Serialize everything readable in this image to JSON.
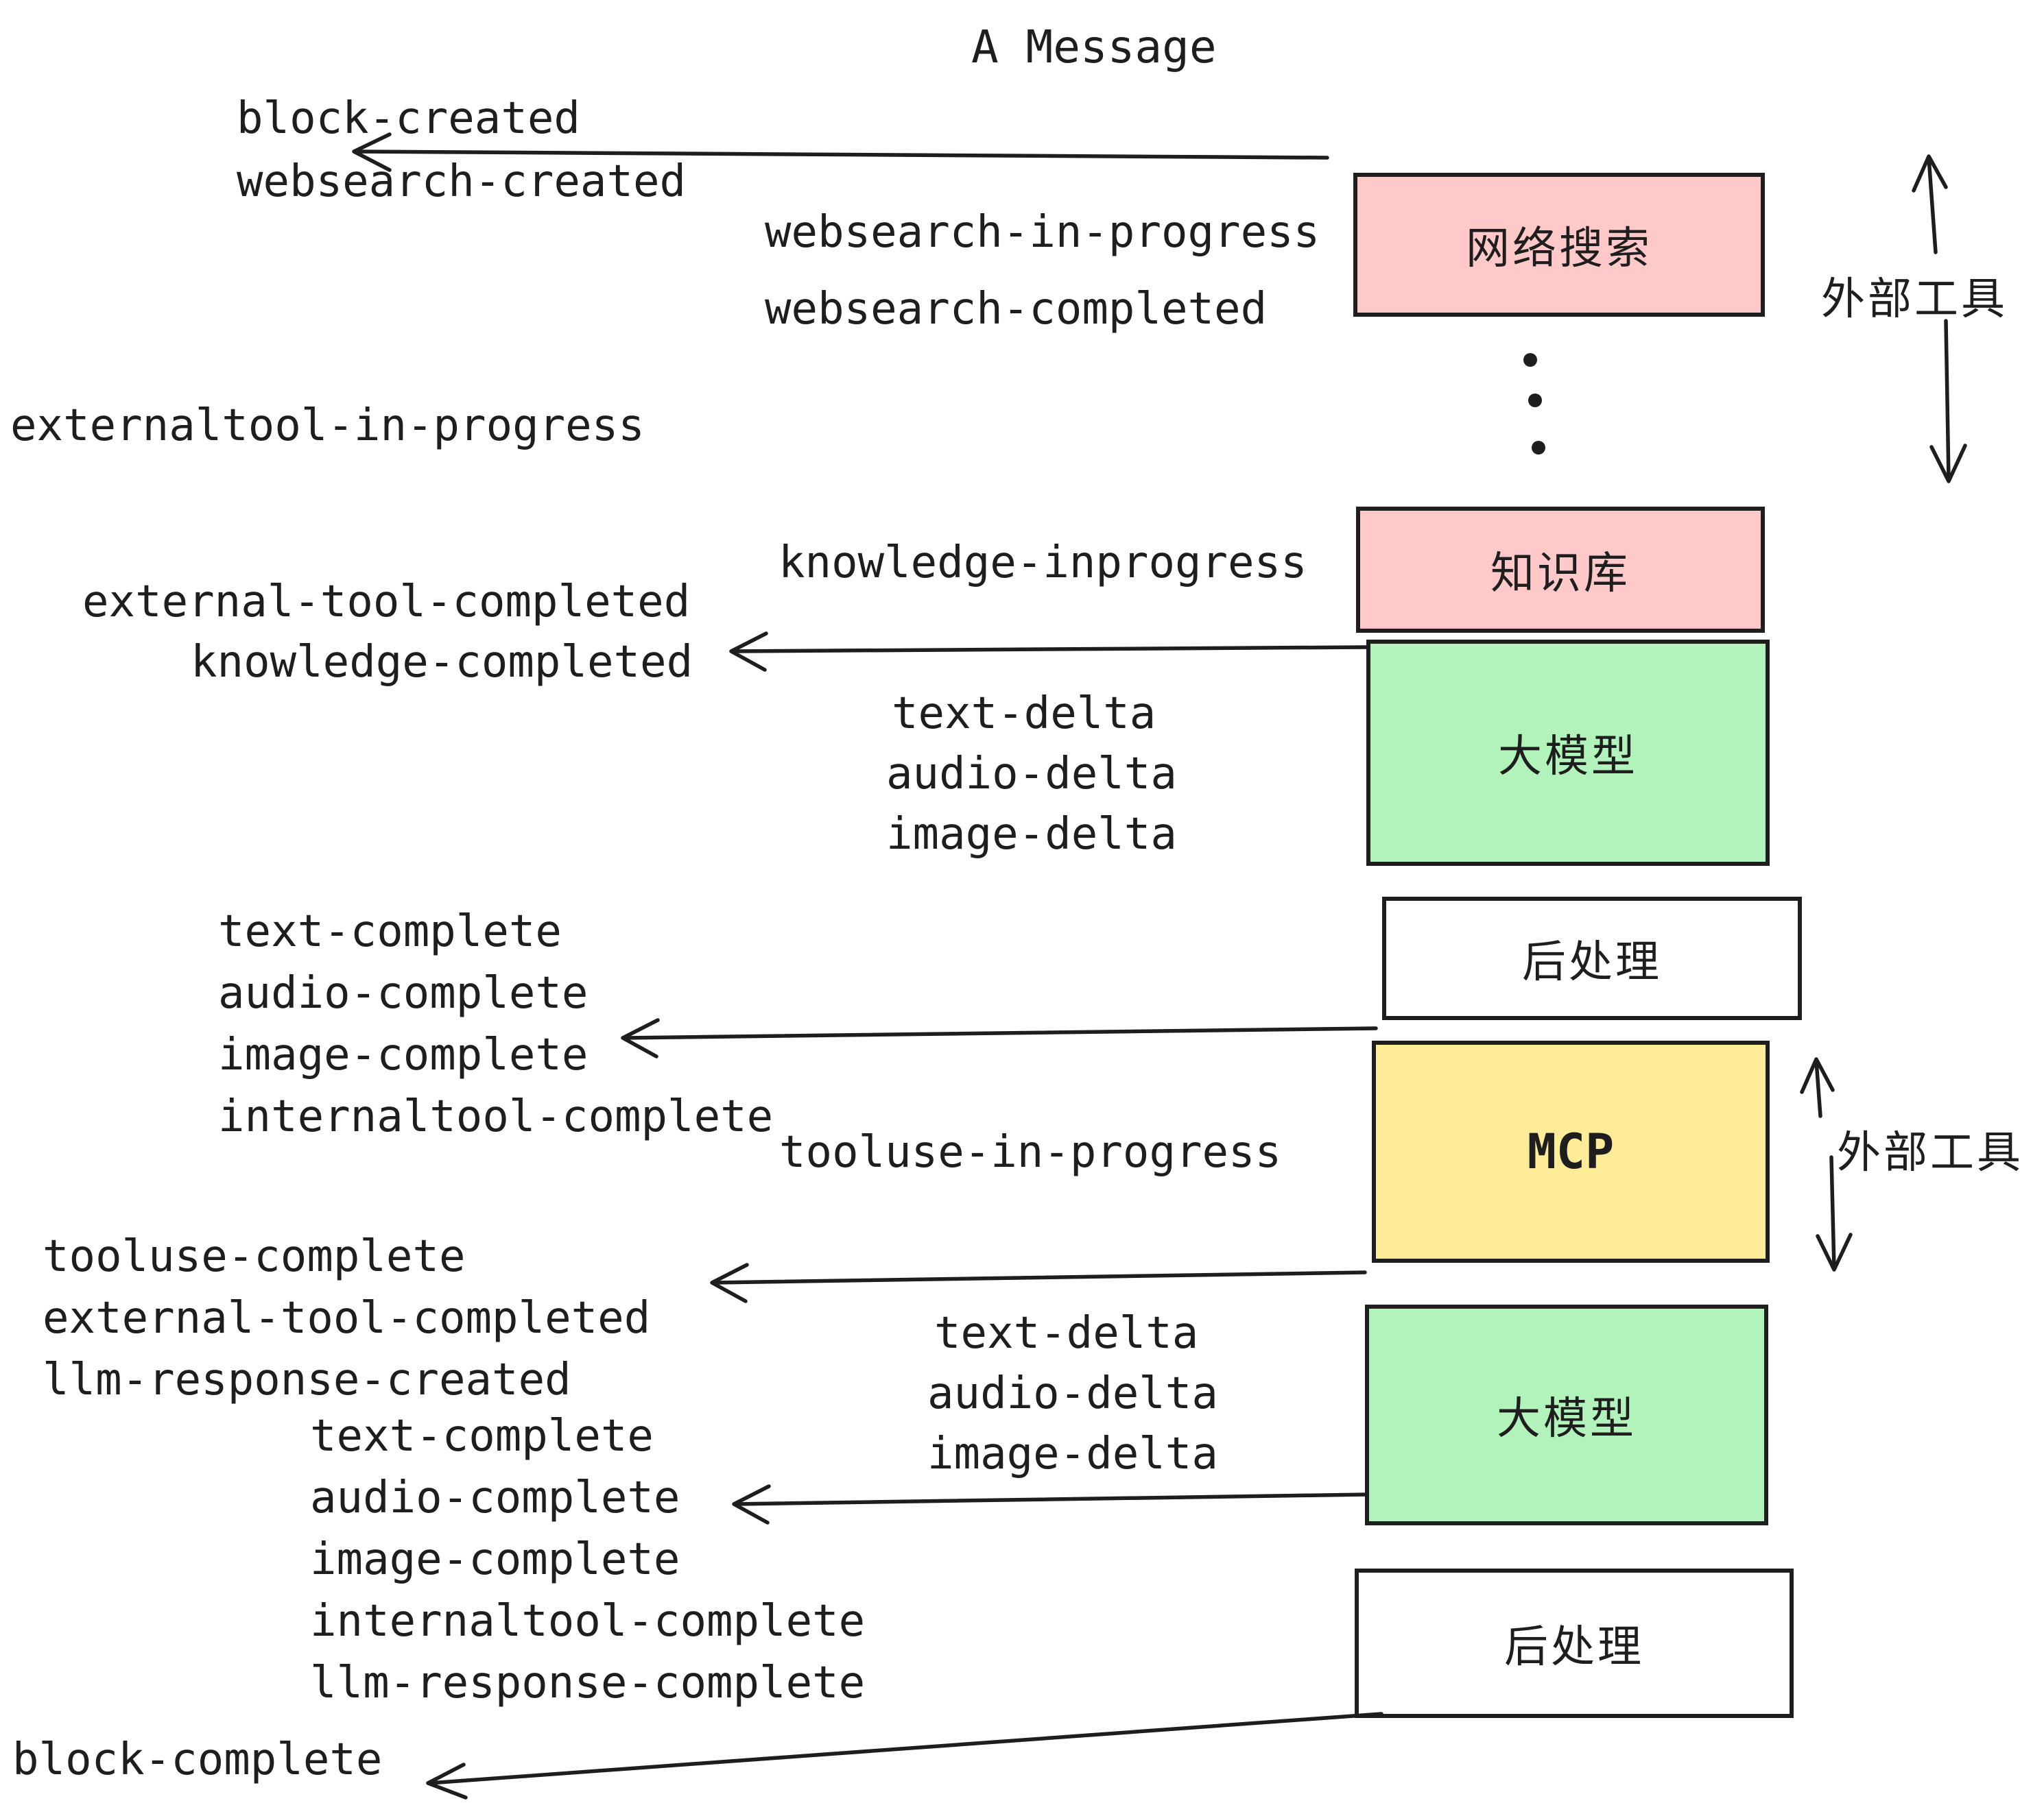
{
  "title": "A Message",
  "colors": {
    "pink": "#ffc9c9",
    "green": "#b2f2bb",
    "yellow": "#ffec99",
    "white": "#ffffff",
    "ink": "#1e1e1e"
  },
  "boxes": {
    "websearch": "网络搜索",
    "knowledge": "知识库",
    "llm": "大模型",
    "post": "后处理",
    "mcp": "MCP"
  },
  "annotations": {
    "external_tools": "外部工具"
  },
  "events": {
    "block_created": "block-created",
    "websearch_created": "websearch-created",
    "websearch_in_progress": "websearch-in-progress",
    "websearch_completed": "websearch-completed",
    "externaltool_in_progress": "externaltool-in-progress",
    "external_tool_completed": "external-tool-completed",
    "knowledge_inprogress": "knowledge-inprogress",
    "knowledge_completed": "knowledge-completed",
    "text_delta": "text-delta",
    "audio_delta": "audio-delta",
    "image_delta": "image-delta",
    "text_complete": "text-complete",
    "audio_complete": "audio-complete",
    "image_complete": "image-complete",
    "internaltool_complete": "internaltool-complete",
    "tooluse_in_progress": "tooluse-in-progress",
    "tooluse_complete": "tooluse-complete",
    "llm_response_created": "llm-response-created",
    "llm_response_complete": "llm-response-complete",
    "block_complete": "block-complete"
  }
}
